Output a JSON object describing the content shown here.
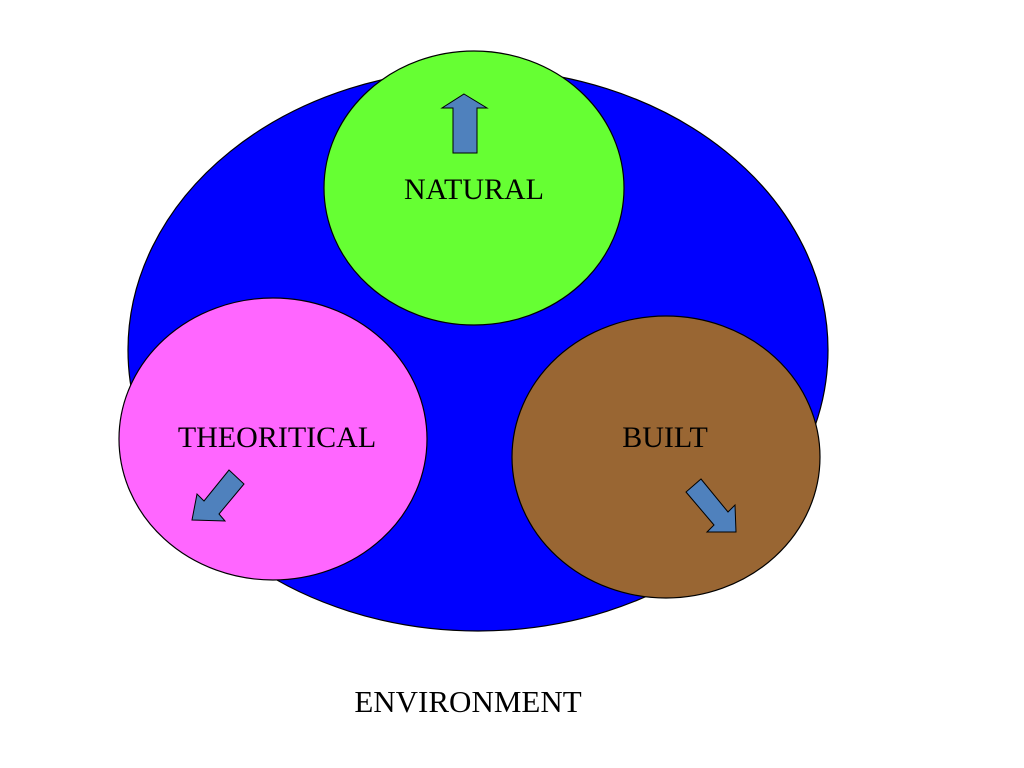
{
  "diagram": {
    "caption": "ENVIRONMENT",
    "circles": {
      "natural": {
        "label": "NATURAL",
        "color": "#66ff33"
      },
      "theoretical": {
        "label": "THEORITICAL",
        "color": "#ff66ff"
      },
      "built": {
        "label": "BUILT",
        "color": "#996633"
      }
    },
    "environment_color": "#0000ff",
    "arrow_color": "#4f81bd",
    "arrows": {
      "natural": "up-arrow-icon",
      "theoretical": "down-left-arrow-icon",
      "built": "down-right-arrow-icon"
    }
  }
}
